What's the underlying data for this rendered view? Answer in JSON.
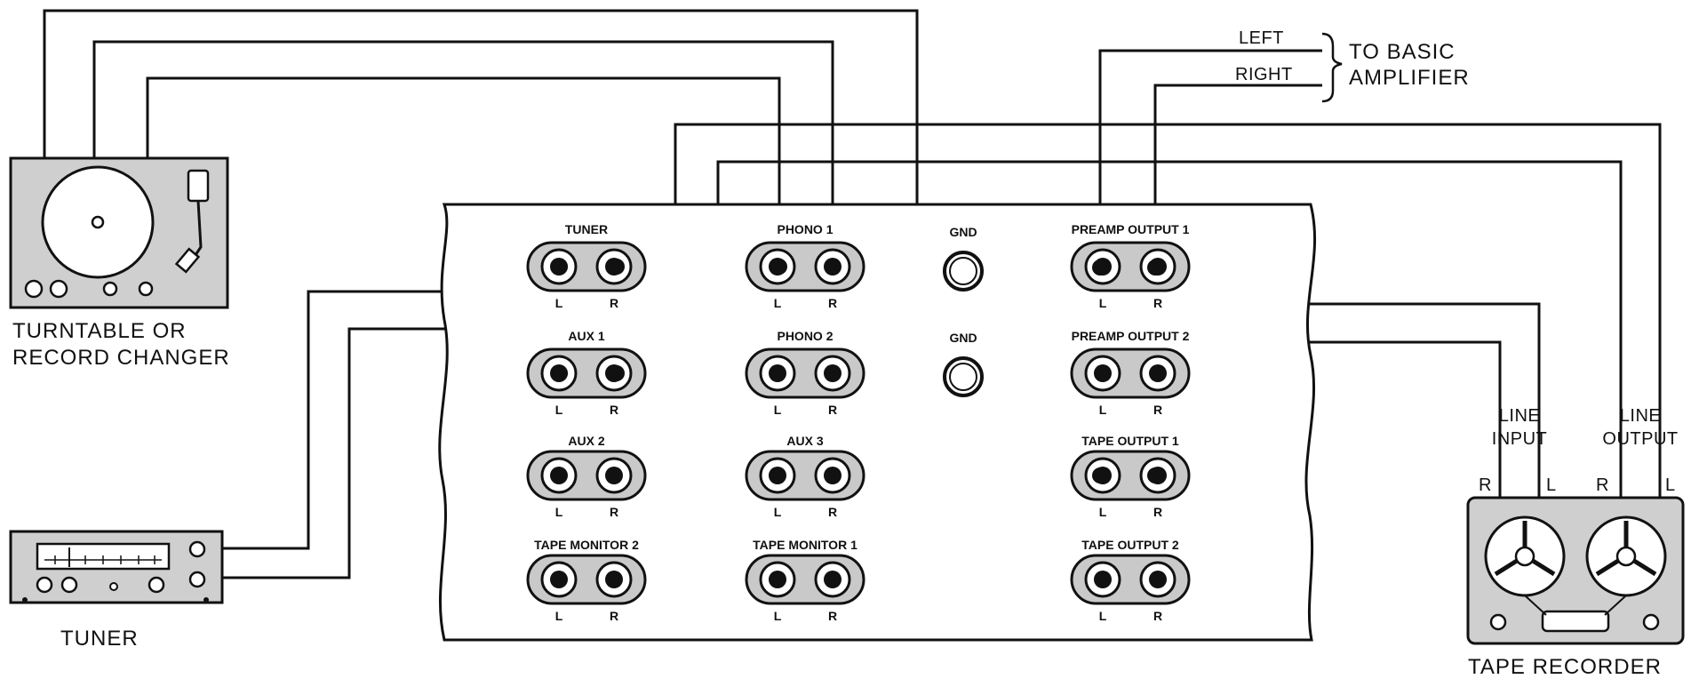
{
  "devices": {
    "turntable_line1": "TURNTABLE  OR",
    "turntable_line2": "RECORD CHANGER",
    "tuner": "TUNER",
    "tape_recorder": "TAPE RECORDER",
    "line_input_1": "LINE",
    "line_input_2": "INPUT",
    "line_output_1": "LINE",
    "line_output_2": "OUTPUT",
    "channel_r": "R",
    "channel_l": "L"
  },
  "amplifier": {
    "left": "LEFT",
    "right": "RIGHT",
    "to_basic_1": "TO BASIC",
    "to_basic_2": "AMPLIFIER"
  },
  "panel": {
    "tuner": "TUNER",
    "aux1": "AUX 1",
    "aux2": "AUX 2",
    "tape_monitor_2": "TAPE MONITOR 2",
    "phono1": "PHONO  1",
    "phono2": "PHONO 2",
    "aux3": "AUX  3",
    "tape_monitor_1": "TAPE MONITOR  1",
    "gnd": "GND",
    "preamp_output_1": "PREAMP OUTPUT 1",
    "preamp_output_2": "PREAMP OUTPUT 2",
    "tape_output_1": "TAPE OUTPUT 1",
    "tape_output_2": "TAPE OUTPUT 2",
    "l": "L",
    "r": "R"
  }
}
